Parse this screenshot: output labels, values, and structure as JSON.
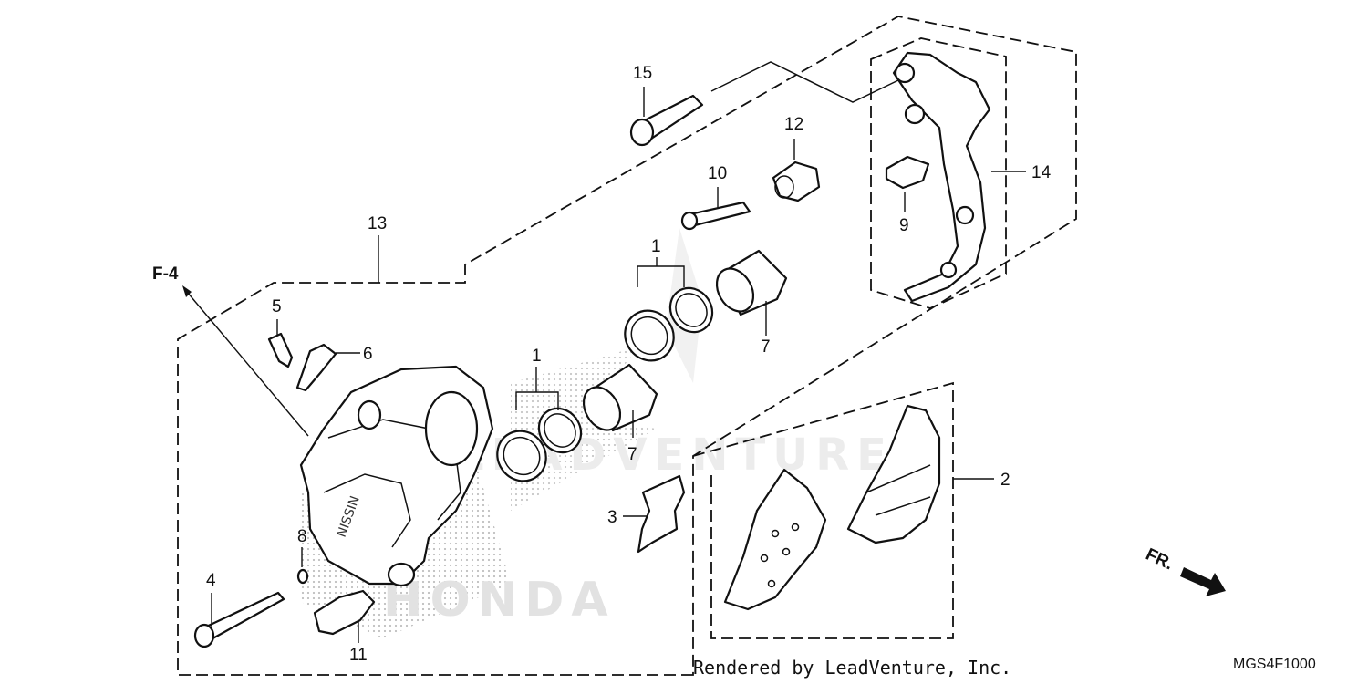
{
  "diagram": {
    "part_numbers": {
      "p1_upper": "1",
      "p1_lower": "1",
      "p2": "2",
      "p3": "3",
      "p4": "4",
      "p5": "5",
      "p6": "6",
      "p7_upper": "7",
      "p7_lower": "7",
      "p8": "8",
      "p9": "9",
      "p10": "10",
      "p11": "11",
      "p12": "12",
      "p13": "13",
      "p14": "14",
      "p15": "15"
    },
    "reference_label": "F-4",
    "direction_label": "FR.",
    "watermark_text": "LEADVENTURE",
    "brand_watermark": "HONDA",
    "credit": "Rendered by LeadVenture, Inc.",
    "diagram_code": "MGS4F1000"
  }
}
